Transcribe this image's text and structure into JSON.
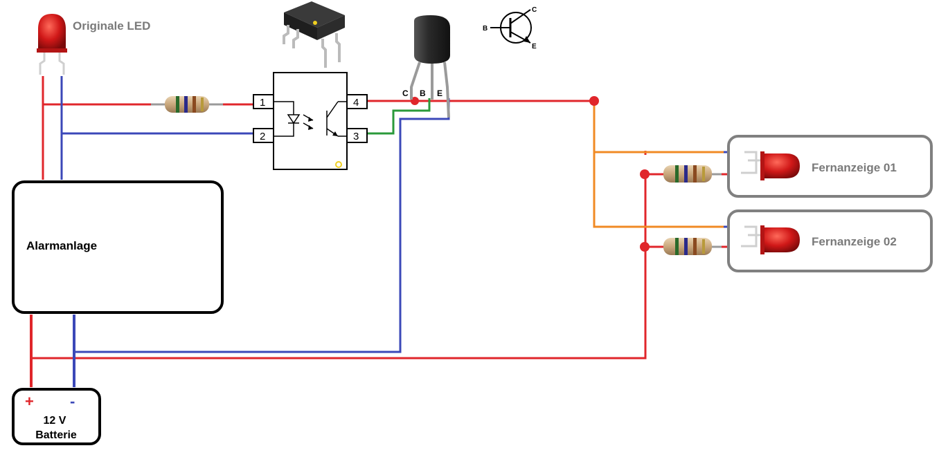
{
  "labels": {
    "original_led": "Originale LED",
    "alarm": "Alarmanlage",
    "battery_voltage": "12 V",
    "battery_name": "Batterie",
    "plus": "+",
    "minus": "-",
    "remote1": "Fernanzeige 01",
    "remote2": "Fernanzeige 02",
    "pin1": "1",
    "pin2": "2",
    "pin3": "3",
    "pin4": "4",
    "pin_c": "C",
    "pin_b": "B",
    "pin_e": "E",
    "sym_b": "B",
    "sym_c": "C",
    "sym_e": "E"
  },
  "colors": {
    "positive_wire": "#e0262b",
    "negative_wire": "#3b48b8",
    "signal_wire": "#2a9a3a",
    "remote_wire": "#f08a24",
    "box_border": "#000000",
    "remote_box_border": "#808080",
    "label_gray": "#7a7a7a",
    "led_red": "#d01818"
  },
  "icons": {
    "optocoupler_chip": "dip4-chip-icon",
    "transistor": "to92-transistor-icon",
    "npn_symbol": "npn-symbol-icon",
    "led": "red-led-icon",
    "resistor": "resistor-icon"
  }
}
